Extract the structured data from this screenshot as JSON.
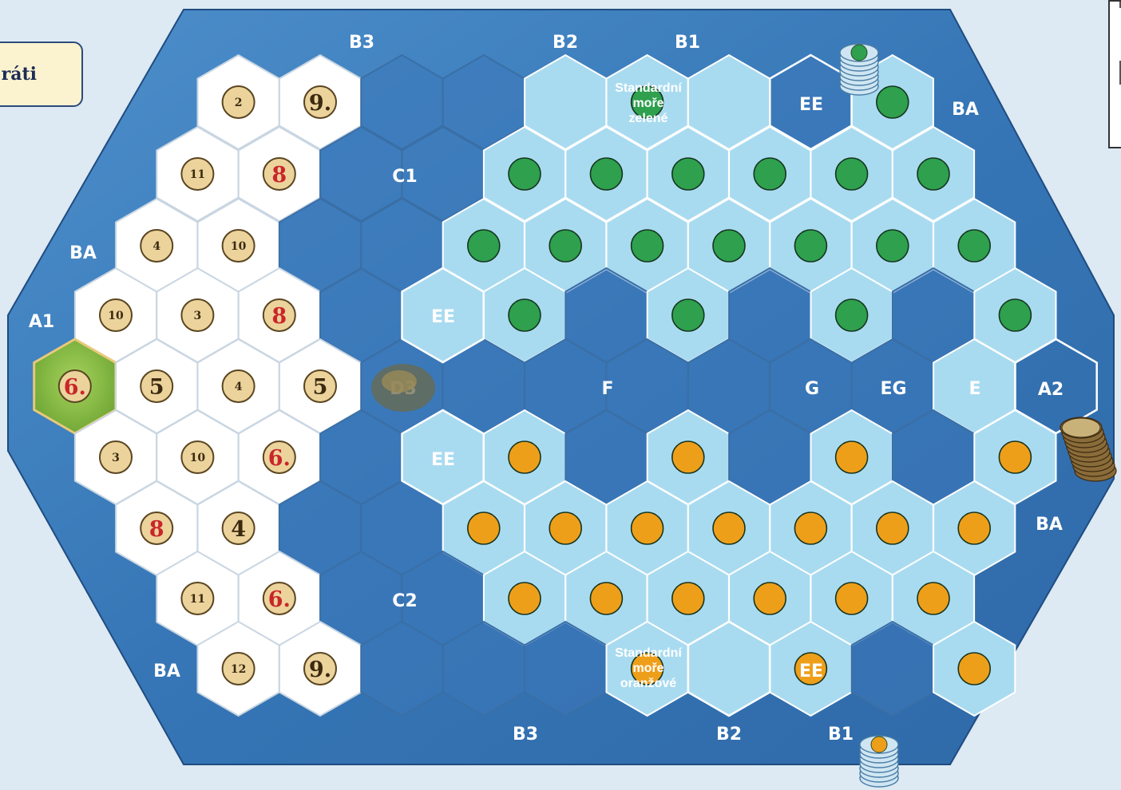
{
  "side_button": {
    "label": "ráti"
  },
  "colors": {
    "sea_dark": "#3f7fbe",
    "sea_light": "#a9dbf0",
    "hex_line": "#ffffff",
    "chip": "#ecd39c",
    "chip_red": "#c9262b",
    "green_marker": "#2ea04e",
    "orange_marker": "#ee9f1a",
    "land": "#7fbe3e"
  },
  "board": {
    "edge_labels": [
      {
        "id": "b3-top",
        "text": "B3"
      },
      {
        "id": "b2-top",
        "text": "B2"
      },
      {
        "id": "b1-top",
        "text": "B1"
      },
      {
        "id": "ba-top-right",
        "text": "BA"
      },
      {
        "id": "ba-left-upper",
        "text": "BA"
      },
      {
        "id": "a1",
        "text": "A1"
      },
      {
        "id": "a2",
        "text": "A2"
      },
      {
        "id": "ba-right-lower",
        "text": "BA"
      },
      {
        "id": "ba-left-lower",
        "text": "BA"
      },
      {
        "id": "b3-bottom",
        "text": "B3"
      },
      {
        "id": "b2-bottom",
        "text": "B2"
      },
      {
        "id": "b1-bottom",
        "text": "B1"
      }
    ],
    "area_labels": [
      {
        "id": "c1",
        "text": "C1"
      },
      {
        "id": "c2",
        "text": "C2"
      },
      {
        "id": "d3",
        "text": "D3"
      },
      {
        "id": "ee-top",
        "text": "EE"
      },
      {
        "id": "ee-left-upper",
        "text": "EE"
      },
      {
        "id": "ee-left-lower",
        "text": "EE"
      },
      {
        "id": "ee-bottom",
        "text": "EE"
      },
      {
        "id": "f",
        "text": "F"
      },
      {
        "id": "g",
        "text": "G"
      },
      {
        "id": "eg",
        "text": "EG"
      },
      {
        "id": "e",
        "text": "E"
      }
    ],
    "sea_green_label": [
      "Standardní",
      "moře",
      "zelené"
    ],
    "sea_orange_label": [
      "Standardní",
      "moře",
      "oranžové"
    ],
    "number_chips": [
      {
        "text": "2",
        "red": false,
        "big": false
      },
      {
        "text": "9.",
        "red": false,
        "big": true
      },
      {
        "text": "11",
        "red": false,
        "big": false
      },
      {
        "text": "8",
        "red": true,
        "big": true
      },
      {
        "text": "4",
        "red": false,
        "big": false
      },
      {
        "text": "10",
        "red": false,
        "big": false
      },
      {
        "text": "10",
        "red": false,
        "big": false
      },
      {
        "text": "3",
        "red": false,
        "big": false
      },
      {
        "text": "8",
        "red": true,
        "big": true
      },
      {
        "text": "6.",
        "red": true,
        "big": true
      },
      {
        "text": "5",
        "red": false,
        "big": true
      },
      {
        "text": "4",
        "red": false,
        "big": false
      },
      {
        "text": "5",
        "red": false,
        "big": true
      },
      {
        "text": "3",
        "red": false,
        "big": false
      },
      {
        "text": "10",
        "red": false,
        "big": false
      },
      {
        "text": "6.",
        "red": true,
        "big": true
      },
      {
        "text": "8",
        "red": true,
        "big": true
      },
      {
        "text": "4",
        "red": false,
        "big": true
      },
      {
        "text": "11",
        "red": false,
        "big": false
      },
      {
        "text": "6.",
        "red": true,
        "big": true
      },
      {
        "text": "12",
        "red": false,
        "big": false
      },
      {
        "text": "9.",
        "red": false,
        "big": true
      }
    ]
  }
}
